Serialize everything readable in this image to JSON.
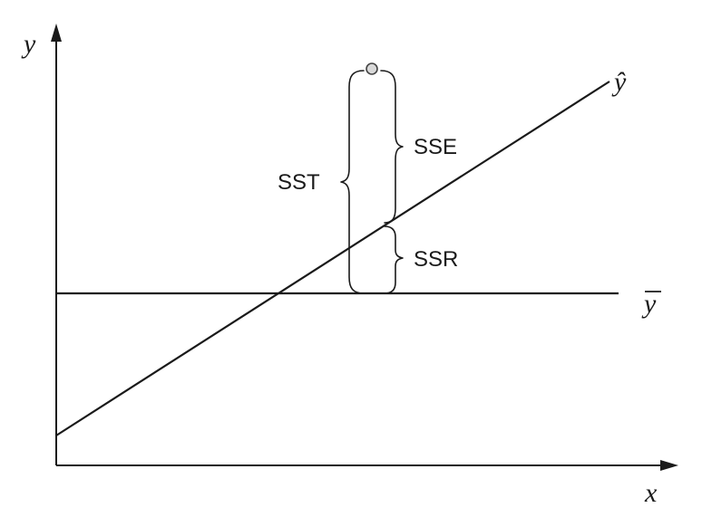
{
  "axes": {
    "x_label": "x",
    "y_label": "y"
  },
  "lines": {
    "regression_label": "ŷ",
    "mean_label": "y"
  },
  "braces": {
    "total": "SST",
    "error": "SSE",
    "regression": "SSR"
  }
}
